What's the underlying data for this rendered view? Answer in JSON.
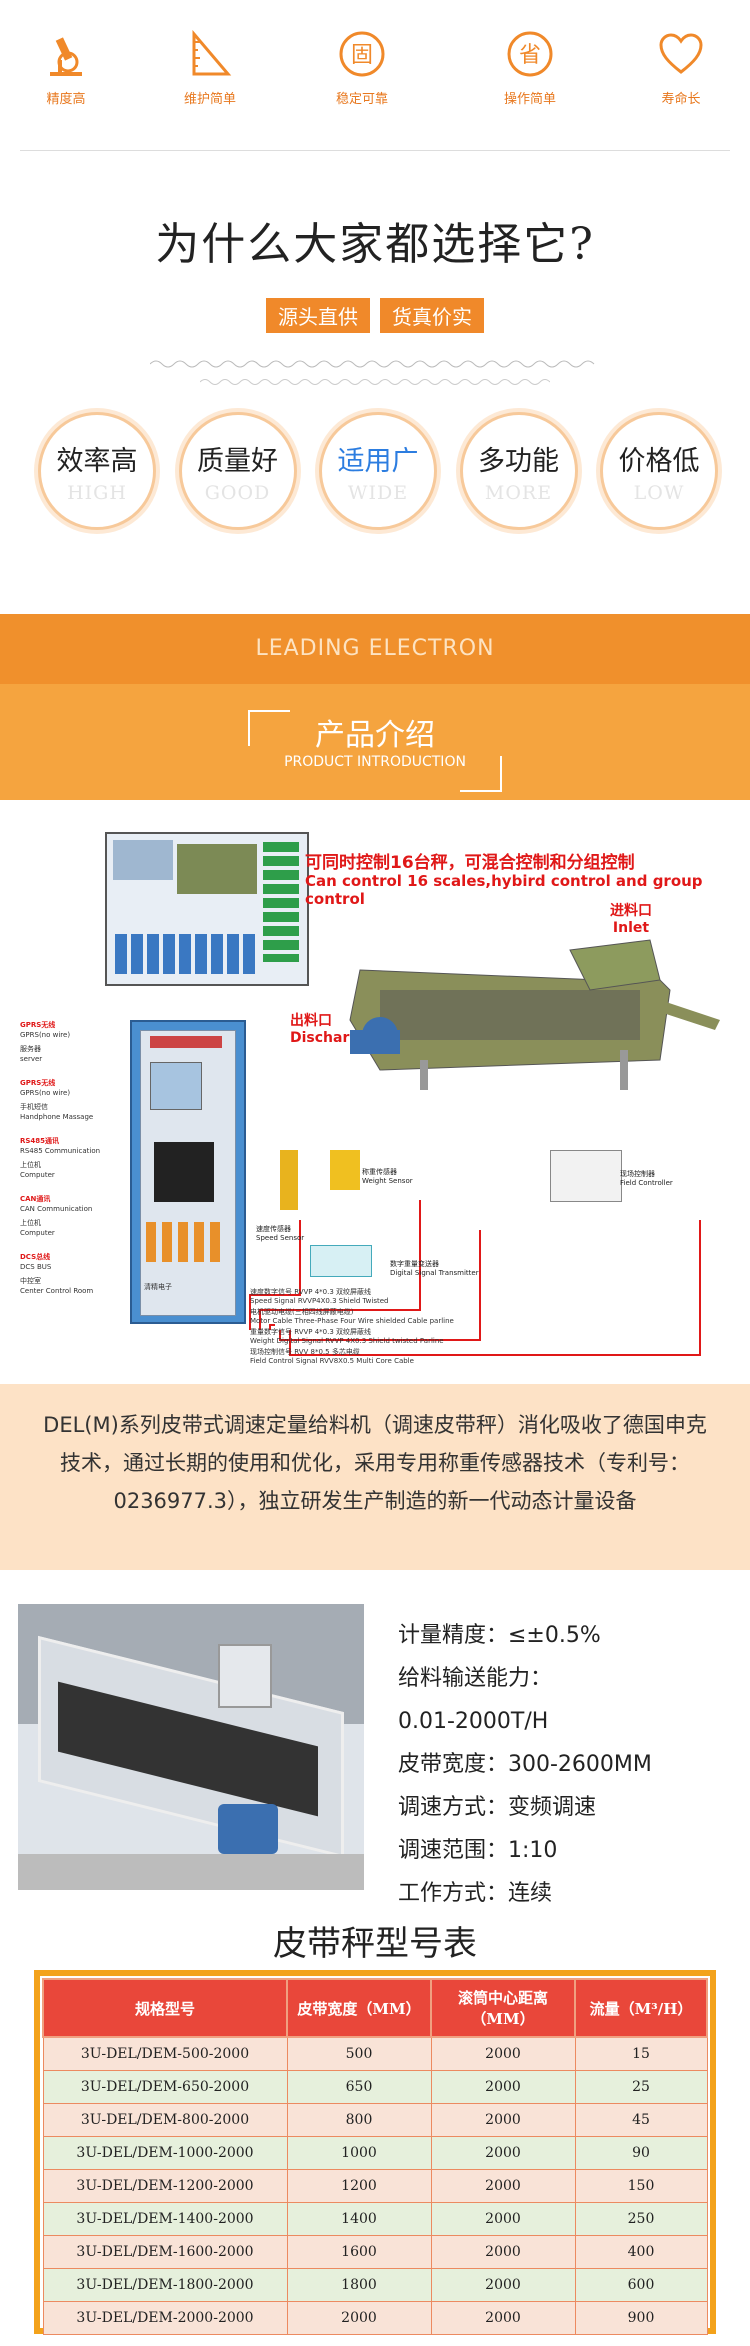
{
  "features": [
    {
      "icon": "microscope-icon",
      "label": "精度高"
    },
    {
      "icon": "ruler-icon",
      "label": "维护简单"
    },
    {
      "icon": "stable-badge-icon",
      "glyph": "固",
      "label": "稳定可靠"
    },
    {
      "icon": "simple-badge-icon",
      "glyph": "省",
      "label": "操作简单"
    },
    {
      "icon": "heart-icon",
      "label": "寿命长"
    }
  ],
  "why": {
    "title": "为什么大家都选择它?",
    "tag1": "源头直供",
    "tag2": "货真价实"
  },
  "advantages": [
    {
      "cn": "效率高",
      "en": "HIGH"
    },
    {
      "cn": "质量好",
      "en": "GOOD"
    },
    {
      "cn": "适用广",
      "en": "WIDE"
    },
    {
      "cn": "多功能",
      "en": "MORE"
    },
    {
      "cn": "价格低",
      "en": "LOW"
    }
  ],
  "band": {
    "leading": "LEADING ELECTRON",
    "title": "产品介绍",
    "subtitle": "PRODUCT INTRODUCTION"
  },
  "diagram": {
    "headline_cn": "可同时控制16台秤，可混合控制和分组控制",
    "headline_en": "Can control 16 scales,hybird control and group control",
    "inlet_cn": "进料口",
    "inlet_en": "Inlet",
    "discharge_cn": "出料口",
    "discharge_en": "Discharge Port",
    "left_labels": [
      {
        "cn": "GPRS无线",
        "en": "GPRS(no wire)"
      },
      {
        "cn": "服务器",
        "en": "server"
      },
      {
        "cn": "GPRS无线",
        "en": "GPRS(no wire)"
      },
      {
        "cn": "手机短信",
        "en": "Handphone Massage"
      },
      {
        "cn": "RS485通讯",
        "en": "RS485 Communication"
      },
      {
        "cn": "上位机",
        "en": "Computer"
      },
      {
        "cn": "CAN通讯",
        "en": "CAN Communication"
      },
      {
        "cn": "上位机",
        "en": "Computer"
      },
      {
        "cn": "DCS总线",
        "en": "DCS BUS"
      },
      {
        "cn": "中控室",
        "en": "Center Control Room"
      }
    ],
    "sensors": [
      {
        "cn": "速度传感器",
        "en": "Speed Sensor"
      },
      {
        "cn": "称重传感器",
        "en": "Weight Sensor"
      },
      {
        "cn": "数字重量变送器",
        "en": "Digital Signal Transmitter"
      },
      {
        "cn": "现场控制器",
        "en": "Field Controller"
      }
    ],
    "cables": [
      {
        "cn": "速度数字信号 RVVP 4*0.3 双绞屏蔽线",
        "en": "Speed Signal RVVP4X0.3 Shield Twisted"
      },
      {
        "cn": "电机驱动电缆(三相四线屏蔽电缆)",
        "en": "Motor Cable Three-Phase Four Wire shielded Cable parline"
      },
      {
        "cn": "重量数字信号 RVVP 4*0.3 双绞屏蔽线",
        "en": "Weight Digital Signal RVVP 4X0.3 Shield twisted Parline"
      },
      {
        "cn": "现场控制信号 RVV 8*0.5 多芯电缆",
        "en": "Field Control Signal RVV8X0.5 Multi Core Cable"
      }
    ],
    "cabinet_brand": "清精电子"
  },
  "description": "DEL(M)系列皮带式调速定量给料机（调速皮带秤）消化吸收了德国申克技术，通过长期的使用和优化，采用专用称重传感器技术（专利号：0236977.3），独立研发生产制造的新一代动态计量设备",
  "specs": [
    "计量精度：≤±0.5%",
    "给料输送能力：",
    "0.01-2000T/H",
    "皮带宽度：300-2600MM",
    "调速方式：变频调速",
    "调速范围：1:10",
    "工作方式：连续"
  ],
  "table": {
    "title": "皮带秤型号表",
    "headers": [
      "规格型号",
      "皮带宽度（MM）",
      "滚筒中心距离（MM）",
      "流量（M³/H）"
    ],
    "rows": [
      [
        "3U-DEL/DEM-500-2000",
        "500",
        "2000",
        "15"
      ],
      [
        "3U-DEL/DEM-650-2000",
        "650",
        "2000",
        "25"
      ],
      [
        "3U-DEL/DEM-800-2000",
        "800",
        "2000",
        "45"
      ],
      [
        "3U-DEL/DEM-1000-2000",
        "1000",
        "2000",
        "90"
      ],
      [
        "3U-DEL/DEM-1200-2000",
        "1200",
        "2000",
        "150"
      ],
      [
        "3U-DEL/DEM-1400-2000",
        "1400",
        "2000",
        "250"
      ],
      [
        "3U-DEL/DEM-1600-2000",
        "1600",
        "2000",
        "400"
      ],
      [
        "3U-DEL/DEM-1800-2000",
        "1800",
        "2000",
        "600"
      ],
      [
        "3U-DEL/DEM-2000-2000",
        "2000",
        "2000",
        "900"
      ]
    ]
  },
  "colors": {
    "accent": "#f0892a",
    "band": "#f5a43f",
    "table_header": "#e9473a",
    "alert": "#e01818"
  }
}
